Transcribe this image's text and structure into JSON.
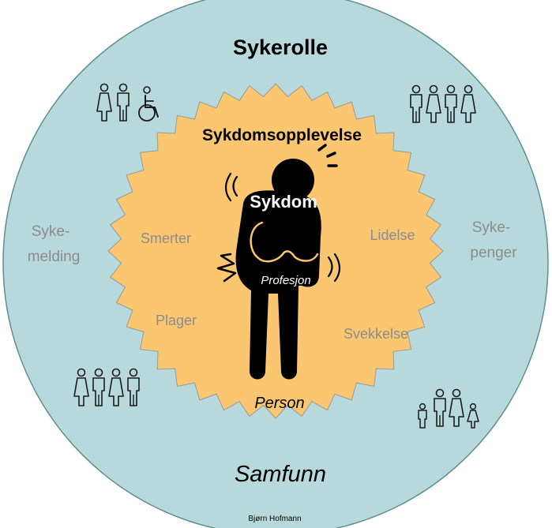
{
  "outer": {
    "title": "Sykerolle",
    "bottom_label": "Samfunn",
    "left_label_line1": "Syke-",
    "left_label_line2": "melding",
    "right_label_line1": "Syke-",
    "right_label_line2": "penger",
    "fill_color": "#b7d9db"
  },
  "middle": {
    "title": "Sykdomsopplevelse",
    "fill_color": "#fac670",
    "labels": {
      "top_left": "Smerter",
      "top_right": "Lidelse",
      "bottom_left": "Plager",
      "bottom_right": "Svekkelse"
    }
  },
  "inner": {
    "disease_label": "Sykdom",
    "profession_label": "Profesjon",
    "person_label": "Person"
  },
  "credit": "Bjørn Hofmann",
  "icons": {
    "top_left": "people-with-wheelchair-icon",
    "top_right": "four-people-icon",
    "bottom_left": "four-people-icon",
    "bottom_right": "family-icon"
  }
}
